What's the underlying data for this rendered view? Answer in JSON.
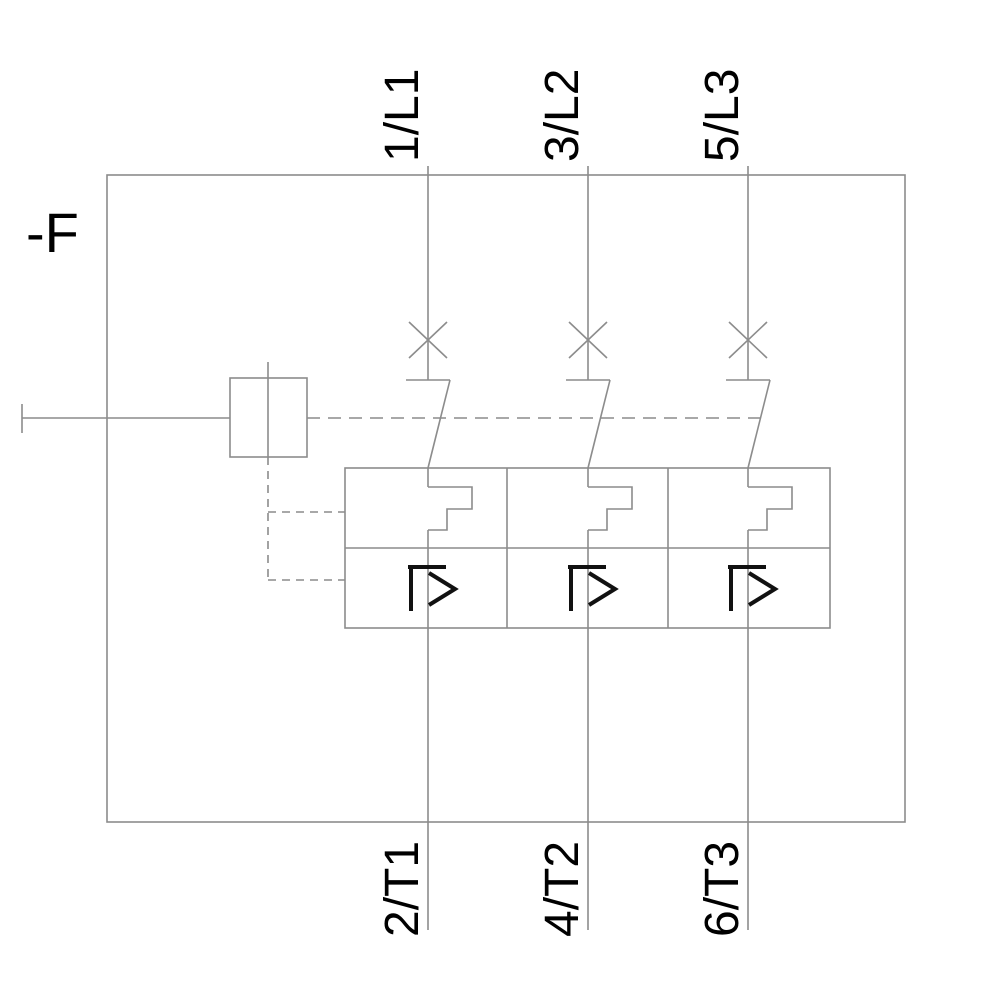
{
  "page": {
    "background": "#ffffff"
  },
  "colors": {
    "line": "#8c8c8c",
    "text": "#000000",
    "trip_symbol": "#111111"
  },
  "device": {
    "reference_label": "-F"
  },
  "terminals": {
    "top": [
      {
        "label": "1/L1"
      },
      {
        "label": "3/L2"
      },
      {
        "label": "5/L3"
      }
    ],
    "bottom": [
      {
        "label": "2/T1"
      },
      {
        "label": "4/T2"
      },
      {
        "label": "6/T3"
      }
    ]
  },
  "symbols": {
    "overcurrent_trip": "I>",
    "breaker_contact": "circuit-breaker-cross",
    "thermal_overload": "thermal-overload-release",
    "actuator": "operating-mechanism-box",
    "mechanical_link": "trip-linkage"
  }
}
